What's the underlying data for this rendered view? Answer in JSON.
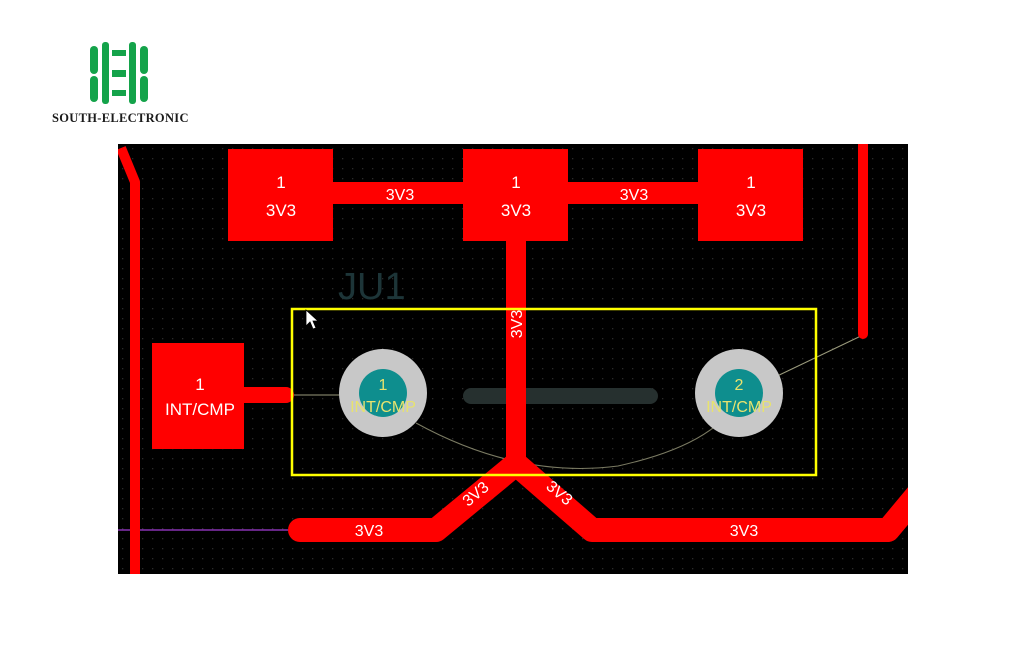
{
  "brand": {
    "name": "SOUTH-ELECTRONIC",
    "logo_icon": "south-electronic-logo-icon",
    "color": "#14a34a"
  },
  "colors": {
    "board_background": "#000000",
    "grid_dot": "#2b2b2b",
    "copper_top": "#ff0000",
    "pad_label": "#ffffff",
    "via_ring": "#c8c8c8",
    "via_hole": "#0e8e8e",
    "via_label": "#e8e36e",
    "selection_box": "#ffff00",
    "silkscreen_ref": "#1d3538",
    "solder_bridge": "#26302f",
    "ratsnest": "#9a9a7c",
    "keepout": "#a23dd6"
  },
  "pcb": {
    "smd_pads": [
      {
        "number": "1",
        "net": "3V3"
      },
      {
        "number": "1",
        "net": "3V3"
      },
      {
        "number": "1",
        "net": "3V3"
      },
      {
        "number": "1",
        "net": "INT/CMP"
      }
    ],
    "vias": [
      {
        "number": "1",
        "net": "INT/CMP"
      },
      {
        "number": "2",
        "net": "INT/CMP"
      }
    ],
    "track_labels": {
      "top_left": "3V3",
      "top_right": "3V3",
      "vertical": "3V3",
      "diag_left": "3V3",
      "diag_right": "3V3",
      "bottom_left": "3V3",
      "bottom_right": "3V3"
    },
    "component_designator": "JU1",
    "cursor_icon": "mouse-pointer-icon"
  }
}
